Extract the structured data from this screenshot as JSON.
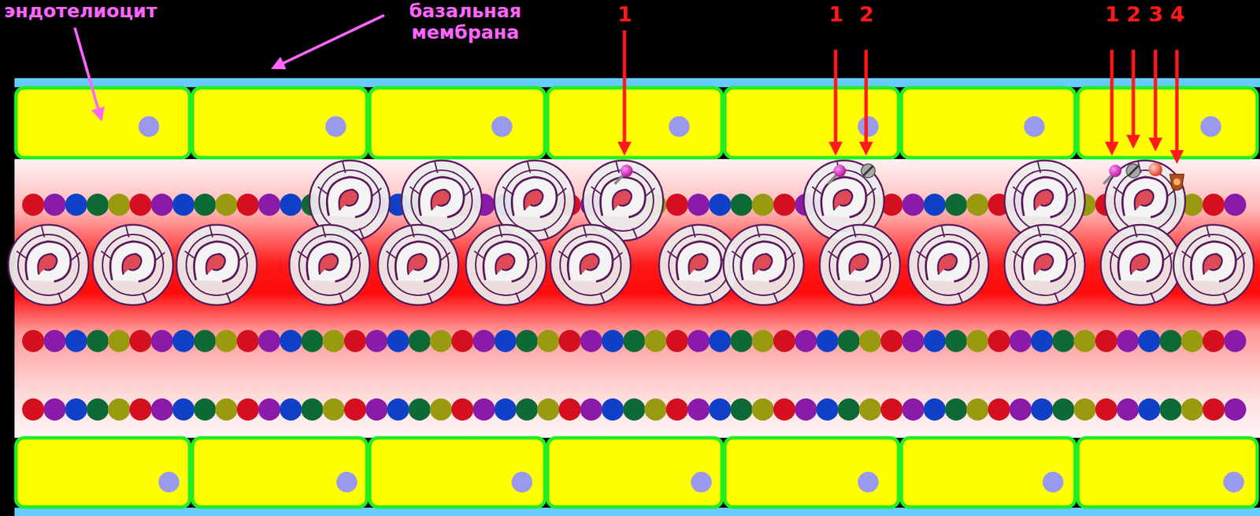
{
  "diagram": {
    "labels": [
      "эндотелиоцит",
      "базальная мембрана",
      "1",
      "1",
      "2",
      "1",
      "2",
      "3",
      "4"
    ]
  }
}
